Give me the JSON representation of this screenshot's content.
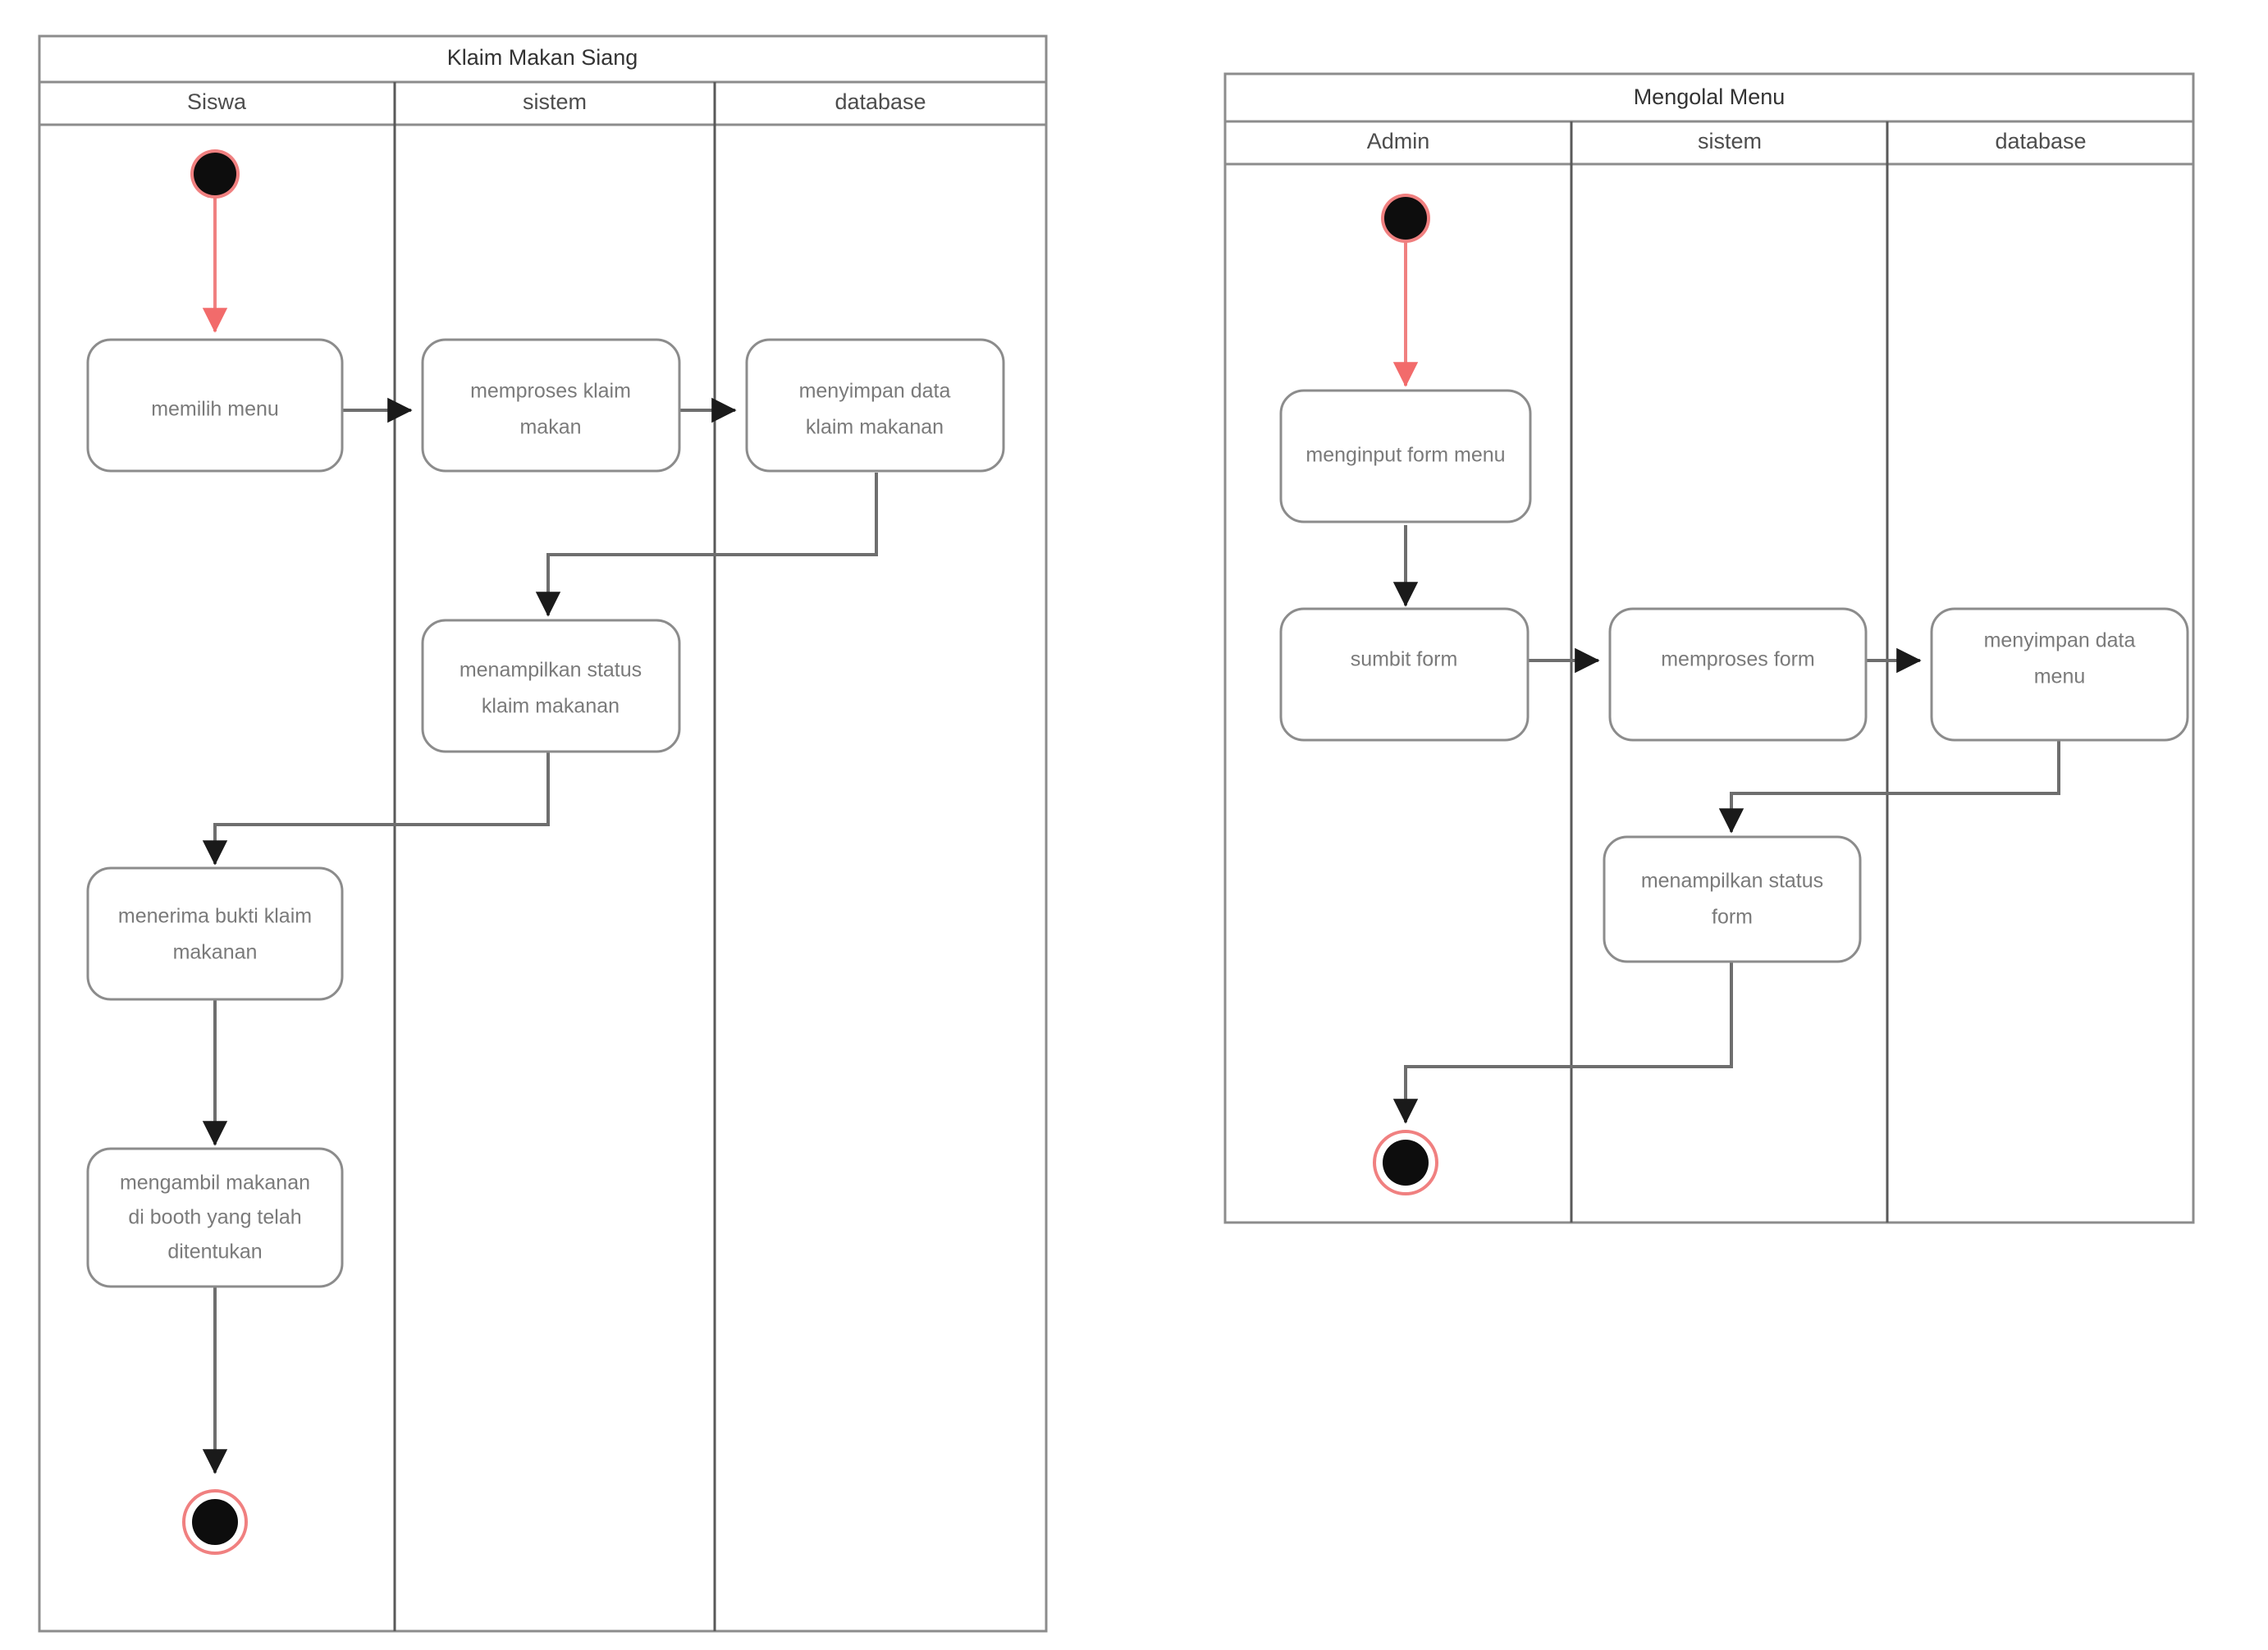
{
  "page": {
    "kind": "uml-activity-diagrams",
    "background_color": "#ffffff",
    "line_color": "#8c8c8c",
    "flow_color": "#6e6e6e",
    "accent_color": "#f08080",
    "text_color": "#7a7a7a"
  },
  "diagrams": [
    {
      "id": "klaim-makan-siang",
      "title": "Klaim Makan Siang",
      "lanes": [
        {
          "id": "siswa",
          "label": "Siswa"
        },
        {
          "id": "sistem",
          "label": "sistem"
        },
        {
          "id": "database",
          "label": "database"
        }
      ],
      "nodes": [
        {
          "id": "start",
          "type": "initial",
          "lane": "siswa"
        },
        {
          "id": "a1",
          "type": "action",
          "lane": "siswa",
          "label": "memilih menu"
        },
        {
          "id": "a2",
          "type": "action",
          "lane": "sistem",
          "label": "memproses klaim makan"
        },
        {
          "id": "a3",
          "type": "action",
          "lane": "database",
          "label": "menyimpan data klaim makanan"
        },
        {
          "id": "a4",
          "type": "action",
          "lane": "sistem",
          "label": "menampilkan status klaim makanan"
        },
        {
          "id": "a5",
          "type": "action",
          "lane": "siswa",
          "label": "menerima bukti klaim makanan"
        },
        {
          "id": "a6",
          "type": "action",
          "lane": "siswa",
          "label": "mengambil makanan di booth yang telah ditentukan"
        },
        {
          "id": "end",
          "type": "final",
          "lane": "siswa"
        }
      ],
      "flows": [
        {
          "from": "start",
          "to": "a1",
          "accent": true
        },
        {
          "from": "a1",
          "to": "a2",
          "accent": false
        },
        {
          "from": "a2",
          "to": "a3",
          "accent": false
        },
        {
          "from": "a3",
          "to": "a4",
          "accent": false
        },
        {
          "from": "a4",
          "to": "a5",
          "accent": false
        },
        {
          "from": "a5",
          "to": "a6",
          "accent": false
        },
        {
          "from": "a6",
          "to": "end",
          "accent": false
        }
      ]
    },
    {
      "id": "mengolal-menu",
      "title": "Mengolal Menu",
      "lanes": [
        {
          "id": "admin",
          "label": "Admin"
        },
        {
          "id": "sistem",
          "label": "sistem"
        },
        {
          "id": "database",
          "label": "database"
        }
      ],
      "nodes": [
        {
          "id": "start",
          "type": "initial",
          "lane": "admin"
        },
        {
          "id": "b1",
          "type": "action",
          "lane": "admin",
          "label": "menginput form menu"
        },
        {
          "id": "b2",
          "type": "action",
          "lane": "admin",
          "label": "sumbit form"
        },
        {
          "id": "b3",
          "type": "action",
          "lane": "sistem",
          "label": "memproses form"
        },
        {
          "id": "b4",
          "type": "action",
          "lane": "database",
          "label": "menyimpan data menu"
        },
        {
          "id": "b5",
          "type": "action",
          "lane": "sistem",
          "label": "menampilkan status form"
        },
        {
          "id": "end",
          "type": "final",
          "lane": "admin"
        }
      ],
      "flows": [
        {
          "from": "start",
          "to": "b1",
          "accent": true
        },
        {
          "from": "b1",
          "to": "b2",
          "accent": false
        },
        {
          "from": "b2",
          "to": "b3",
          "accent": false
        },
        {
          "from": "b3",
          "to": "b4",
          "accent": false
        },
        {
          "from": "b4",
          "to": "b5",
          "accent": false
        },
        {
          "from": "b5",
          "to": "end",
          "accent": false
        }
      ]
    }
  ]
}
